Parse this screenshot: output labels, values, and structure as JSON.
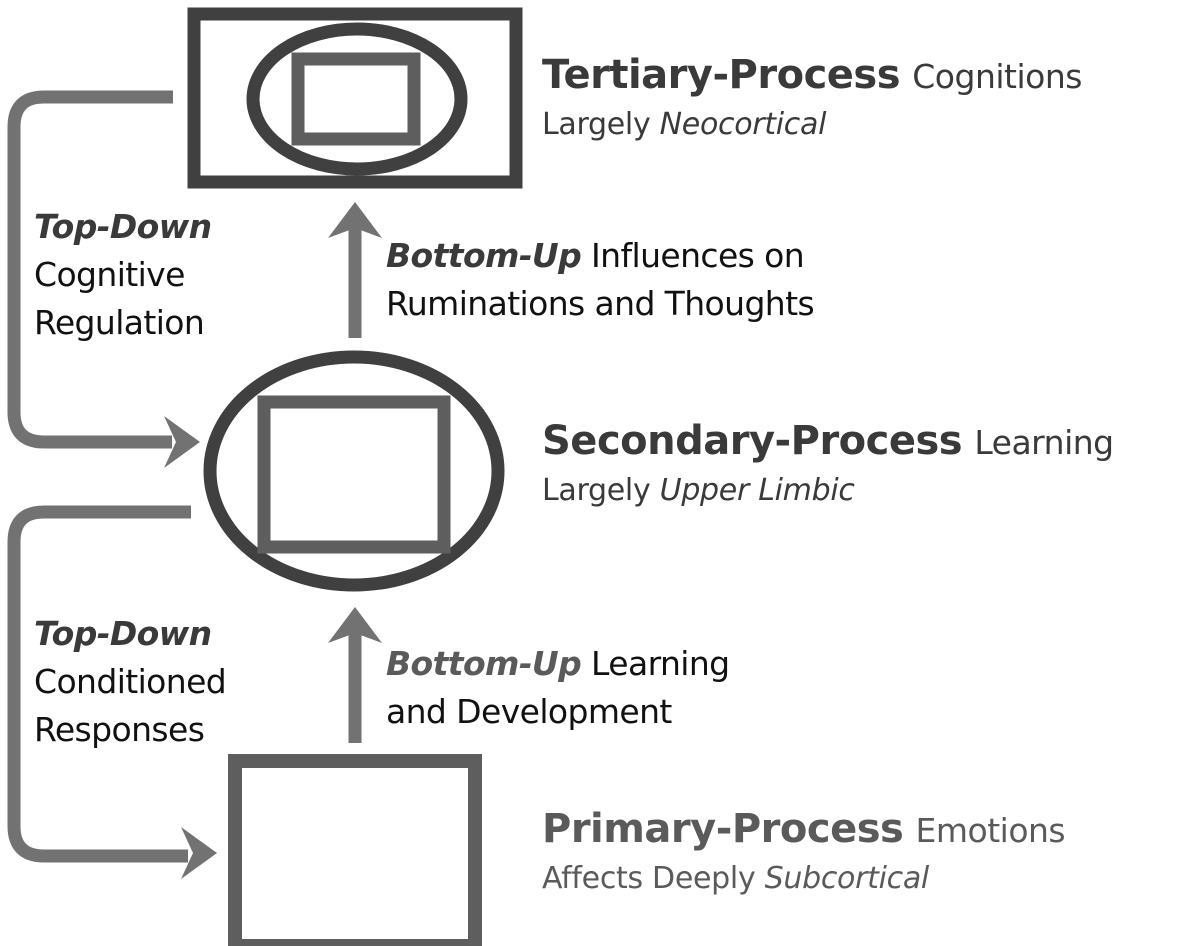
{
  "colors": {
    "dark_shape": "#404040",
    "mid_shape": "#5e5e5e",
    "arrow": "#727272",
    "text_dark": "#3a3a3a",
    "text_mid": "#5a5a5a",
    "text_black": "#111111"
  },
  "levels": {
    "tertiary": {
      "title_bold": "Tertiary-Process",
      "title_rest": "Cognitions",
      "sub_plain": "Largely",
      "sub_italic": "Neocortical"
    },
    "secondary": {
      "title_bold": "Secondary-Process",
      "title_rest": "Learning",
      "sub_plain": "Largely",
      "sub_italic": "Upper Limbic"
    },
    "primary": {
      "title_bold": "Primary-Process",
      "title_rest": "Emotions",
      "sub_plain": "Affects Deeply",
      "sub_italic": "Subcortical"
    }
  },
  "arrows": {
    "top_down_cognitive": {
      "line1": "Top-Down",
      "line2": "Cognitive",
      "line3": "Regulation"
    },
    "top_down_conditioned": {
      "line1": "Top-Down",
      "line2": "Conditioned",
      "line3": "Responses"
    },
    "bottom_up_ruminations": {
      "emph": "Bottom-Up",
      "line1_rest": "Influences on",
      "line2": "Ruminations and Thoughts"
    },
    "bottom_up_learning": {
      "emph": "Bottom-Up",
      "line1_rest": "Learning",
      "line2": "and Development"
    }
  }
}
